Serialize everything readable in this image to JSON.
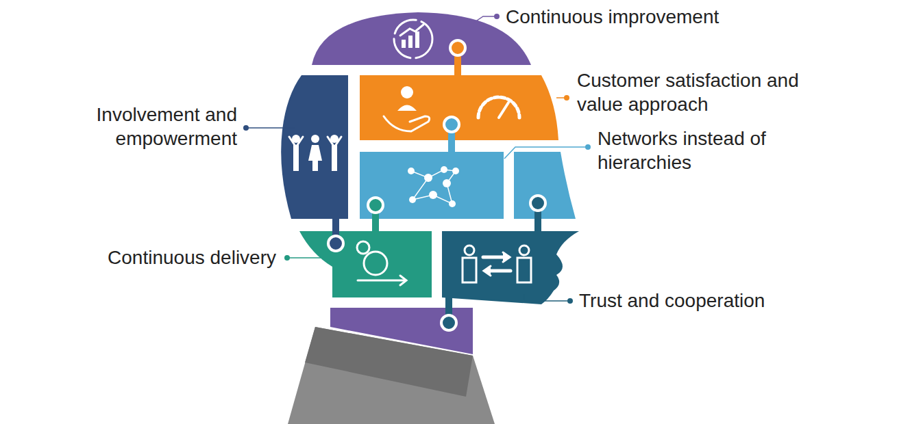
{
  "diagram": {
    "labels": [
      "Continuous improvement",
      "Customer satisfaction and value approach",
      "Involvement and empowerment",
      "Networks instead of hierarchies",
      "Continuous delivery",
      "Trust and cooperation"
    ]
  }
}
